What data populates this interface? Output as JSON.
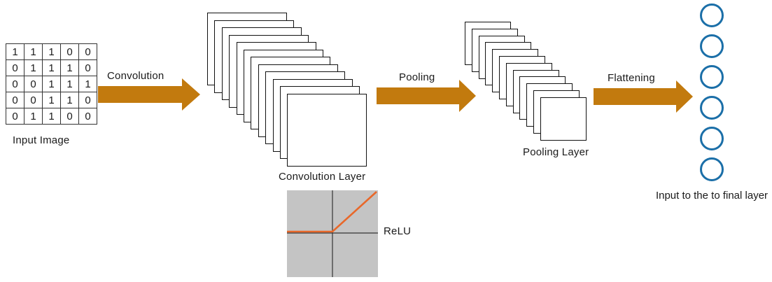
{
  "input_image": {
    "label": "Input Image",
    "matrix": [
      [
        "1",
        "1",
        "1",
        "0",
        "0"
      ],
      [
        "0",
        "1",
        "1",
        "1",
        "0"
      ],
      [
        "0",
        "0",
        "1",
        "1",
        "1"
      ],
      [
        "0",
        "0",
        "1",
        "1",
        "0"
      ],
      [
        "0",
        "1",
        "1",
        "0",
        "0"
      ]
    ]
  },
  "steps": {
    "convolution": "Convolution",
    "pooling": "Pooling",
    "flattening": "Flattening"
  },
  "layers": {
    "convolution_layer": "Convolution Layer",
    "pooling_layer": "Pooling Layer",
    "final": "Input to the to final layer"
  },
  "relu": {
    "label": "ReLU"
  },
  "colors": {
    "arrow": "#c27a0e",
    "neuron": "#1b6fa8",
    "relu_line": "#e8682a",
    "relu_bg": "#c4c4c4"
  }
}
